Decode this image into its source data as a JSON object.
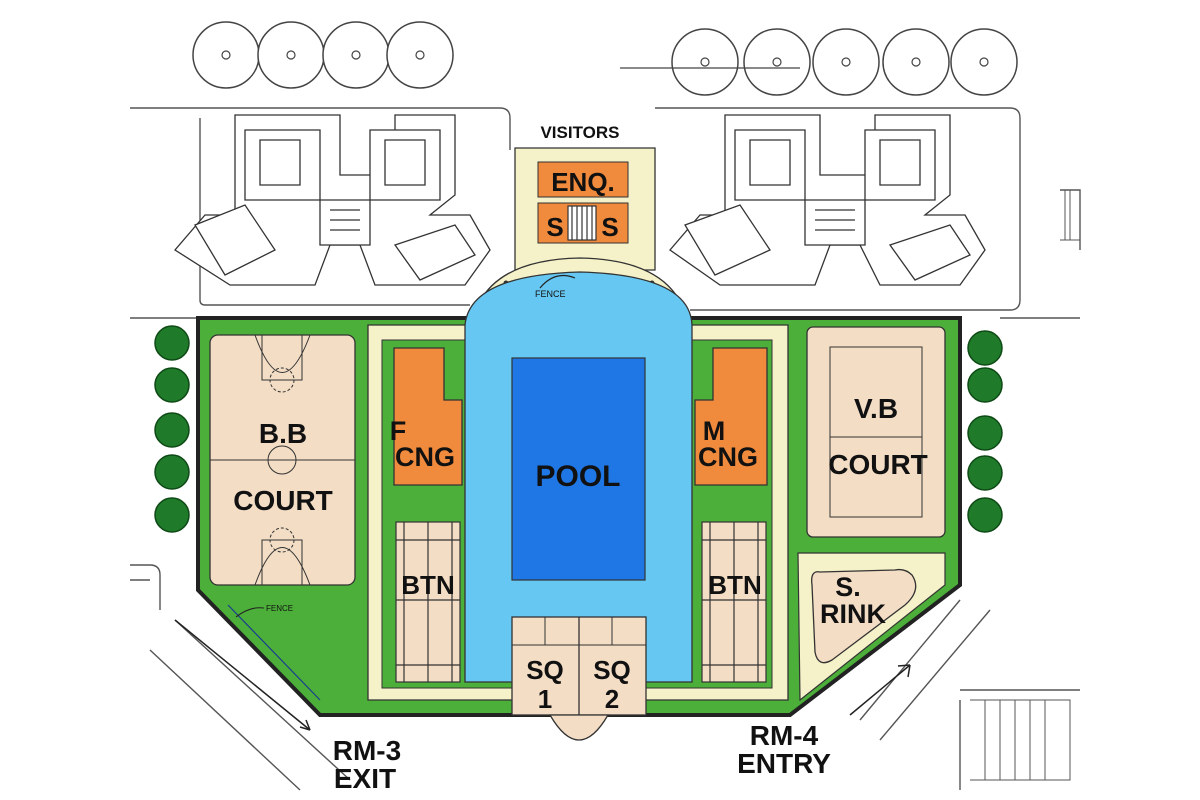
{
  "colors": {
    "site_green": "#4caf3a",
    "court_beige": "#f3ddc5",
    "path_cream": "#f5f1c8",
    "pool_water": "#66c8f2",
    "pool_deep": "#1f77e6",
    "changing_orange": "#f08a3c",
    "tree_green": "#1f7a2a",
    "outline": "#222222"
  },
  "labels": {
    "visitors": "VISITORS",
    "enquiry": "ENQ.",
    "ss_left": "S",
    "ss_right": "S",
    "fence_top": "FENCE",
    "fence_left": "FENCE",
    "bb_court_line1": "B.B",
    "bb_court_line2": "COURT",
    "f_cng_line1": "F",
    "f_cng_line2": "CNG",
    "pool": "POOL",
    "m_cng_line1": "M",
    "m_cng_line2": "CNG",
    "vb_court_line1": "V.B",
    "vb_court_line2": "COURT",
    "btn_left": "BTN",
    "btn_right": "BTN",
    "s_rink_line1": "S.",
    "s_rink_line2": "RINK",
    "sq1_line1": "SQ",
    "sq1_line2": "1",
    "sq2_line1": "SQ",
    "sq2_line2": "2",
    "rm3_line1": "RM-3",
    "rm3_line2": "EXIT",
    "rm4_line1": "RM-4",
    "rm4_line2": "ENTRY"
  }
}
